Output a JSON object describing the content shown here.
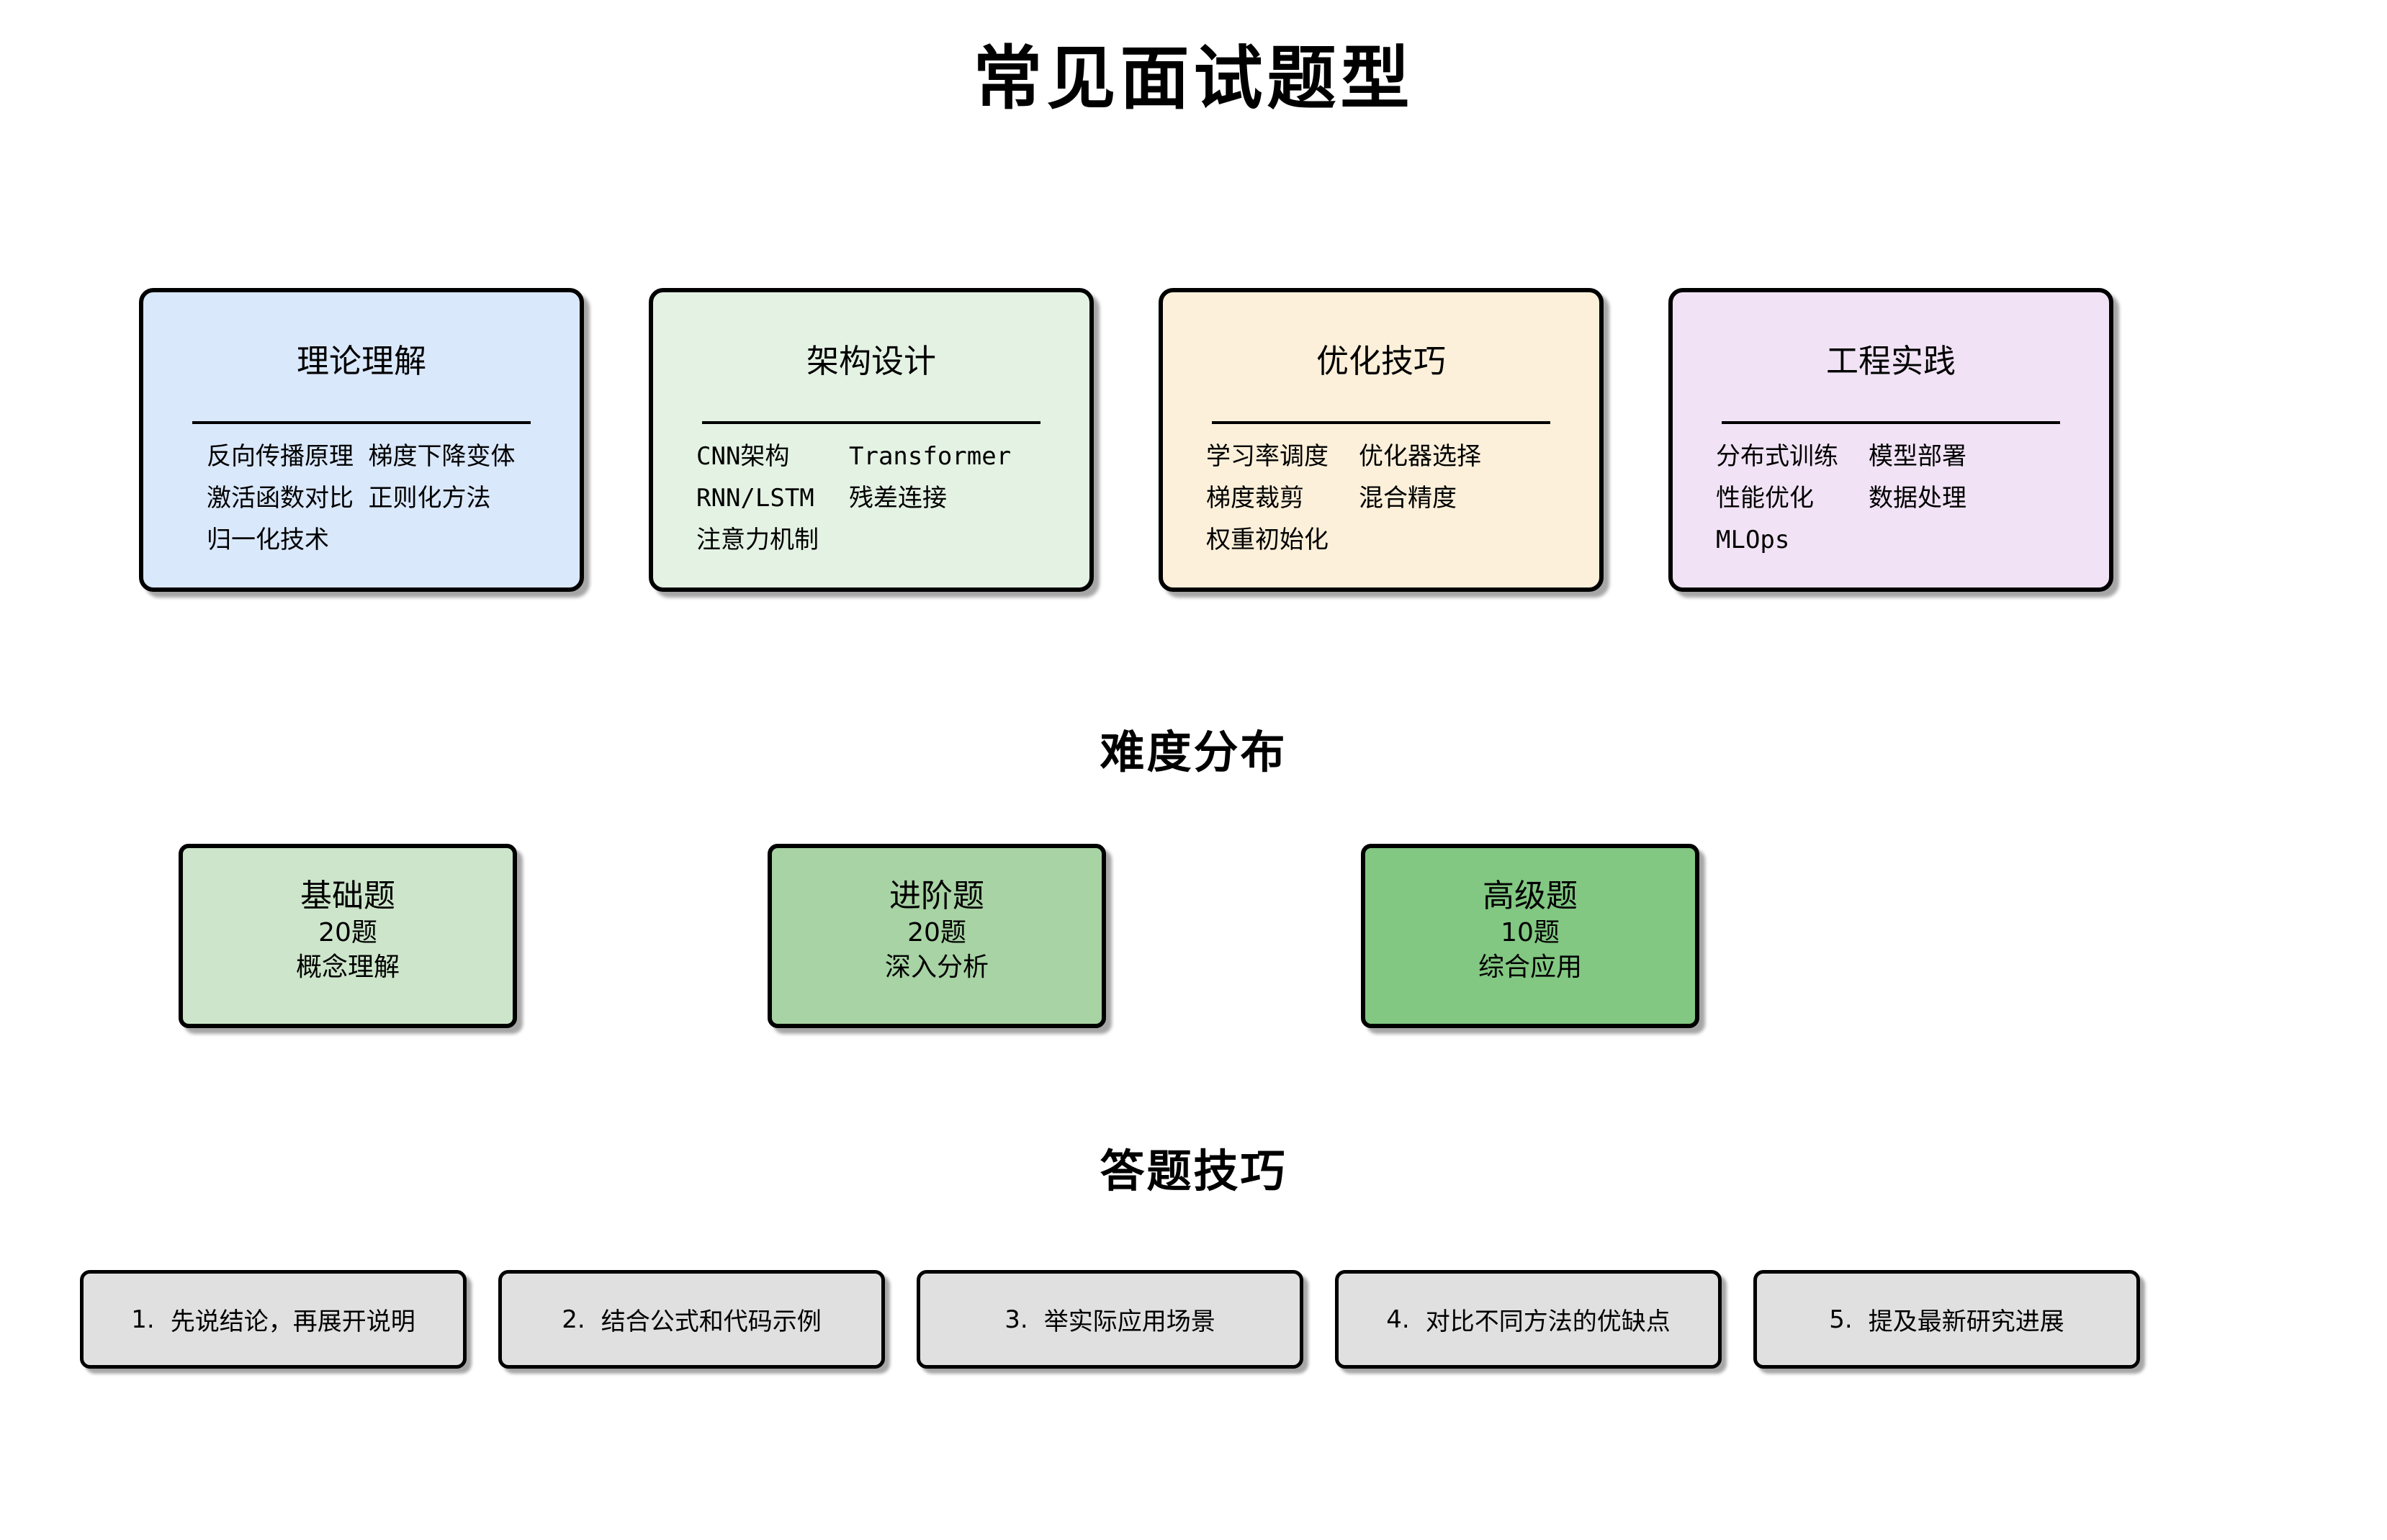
{
  "title": "常见面试题型",
  "cards": [
    {
      "title": "理论理解",
      "bg": "#dae8fc",
      "lines": [
        "反向传播原理 梯度下降变体",
        "激活函数对比 正则化方法",
        "归一化技术"
      ]
    },
    {
      "title": "架构设计",
      "bg": "#e4f2e4",
      "col1": [
        "CNN架构",
        "RNN/LSTM",
        "注意力机制"
      ],
      "col2": [
        "Transformer",
        "残差连接"
      ]
    },
    {
      "title": "优化技巧",
      "bg": "#fcf0da",
      "col1": [
        "学习率调度",
        "梯度裁剪",
        "权重初始化"
      ],
      "col2": [
        "优化器选择",
        "混合精度"
      ]
    },
    {
      "title": "工程实践",
      "bg": "#f1e3f5",
      "col1": [
        "分布式训练",
        "性能优化",
        "MLOps"
      ],
      "col2": [
        "模型部署",
        "数据处理"
      ]
    }
  ],
  "difficulty": {
    "heading": "难度分布",
    "boxes": [
      {
        "title": "基础题",
        "count": "20题",
        "desc": "概念理解",
        "bg": "#cde6cb"
      },
      {
        "title": "进阶题",
        "count": "20题",
        "desc": "深入分析",
        "bg": "#a8d3a4"
      },
      {
        "title": "高级题",
        "count": "10题",
        "desc": "综合应用",
        "bg": "#82c782"
      }
    ]
  },
  "tips": {
    "heading": "答题技巧",
    "items": [
      {
        "num": "1.",
        "text": "先说结论，再展开说明"
      },
      {
        "num": "2.",
        "text": "结合公式和代码示例"
      },
      {
        "num": "3.",
        "text": "举实际应用场景"
      },
      {
        "num": "4.",
        "text": "对比不同方法的优缺点"
      },
      {
        "num": "5.",
        "text": "提及最新研究进展"
      }
    ]
  },
  "colors": {
    "border": "#000000",
    "background": "#ffffff",
    "tip_bg": "#e0e0e0"
  }
}
